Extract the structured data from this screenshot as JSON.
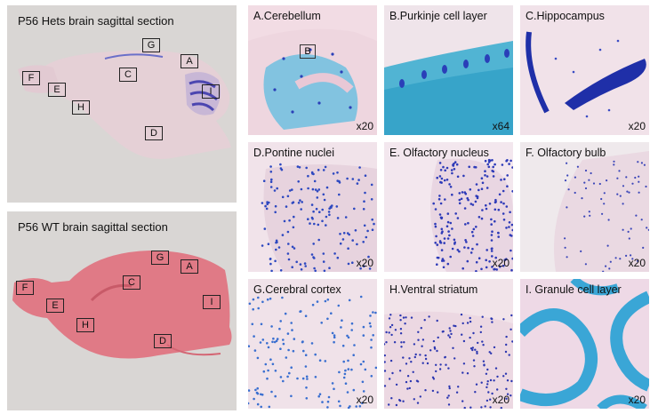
{
  "hets_panel": {
    "title": "P56 Hets brain sagittal section",
    "regions": [
      "F",
      "E",
      "H",
      "C",
      "G",
      "A",
      "I",
      "D"
    ]
  },
  "wt_panel": {
    "title": "P56 WT brain sagittal section",
    "regions": [
      "F",
      "E",
      "H",
      "C",
      "G",
      "A",
      "I",
      "D"
    ]
  },
  "tiles": [
    {
      "title": "A.Cerebellum",
      "mag": "x20",
      "inset": "B"
    },
    {
      "title": "B.Purkinje cell layer",
      "mag": "x64"
    },
    {
      "title": "C.Hippocampus",
      "mag": "x20"
    },
    {
      "title": "D.Pontine nuclei",
      "mag": "x20"
    },
    {
      "title": "E. Olfactory nucleus",
      "mag": "x20"
    },
    {
      "title": "F. Olfactory bulb",
      "mag": "x20"
    },
    {
      "title": "G.Cerebral cortex",
      "mag": "x20"
    },
    {
      "title": "H.Ventral striatum",
      "mag": "x20"
    },
    {
      "title": "I. Granule cell layer",
      "mag": "x20"
    }
  ],
  "colors": {
    "stain_blue": "#2a3fb8",
    "xgal_cyan": "#3aa6d6",
    "tissue_pink": "#efd3dc",
    "wt_red": "#e0707a"
  }
}
